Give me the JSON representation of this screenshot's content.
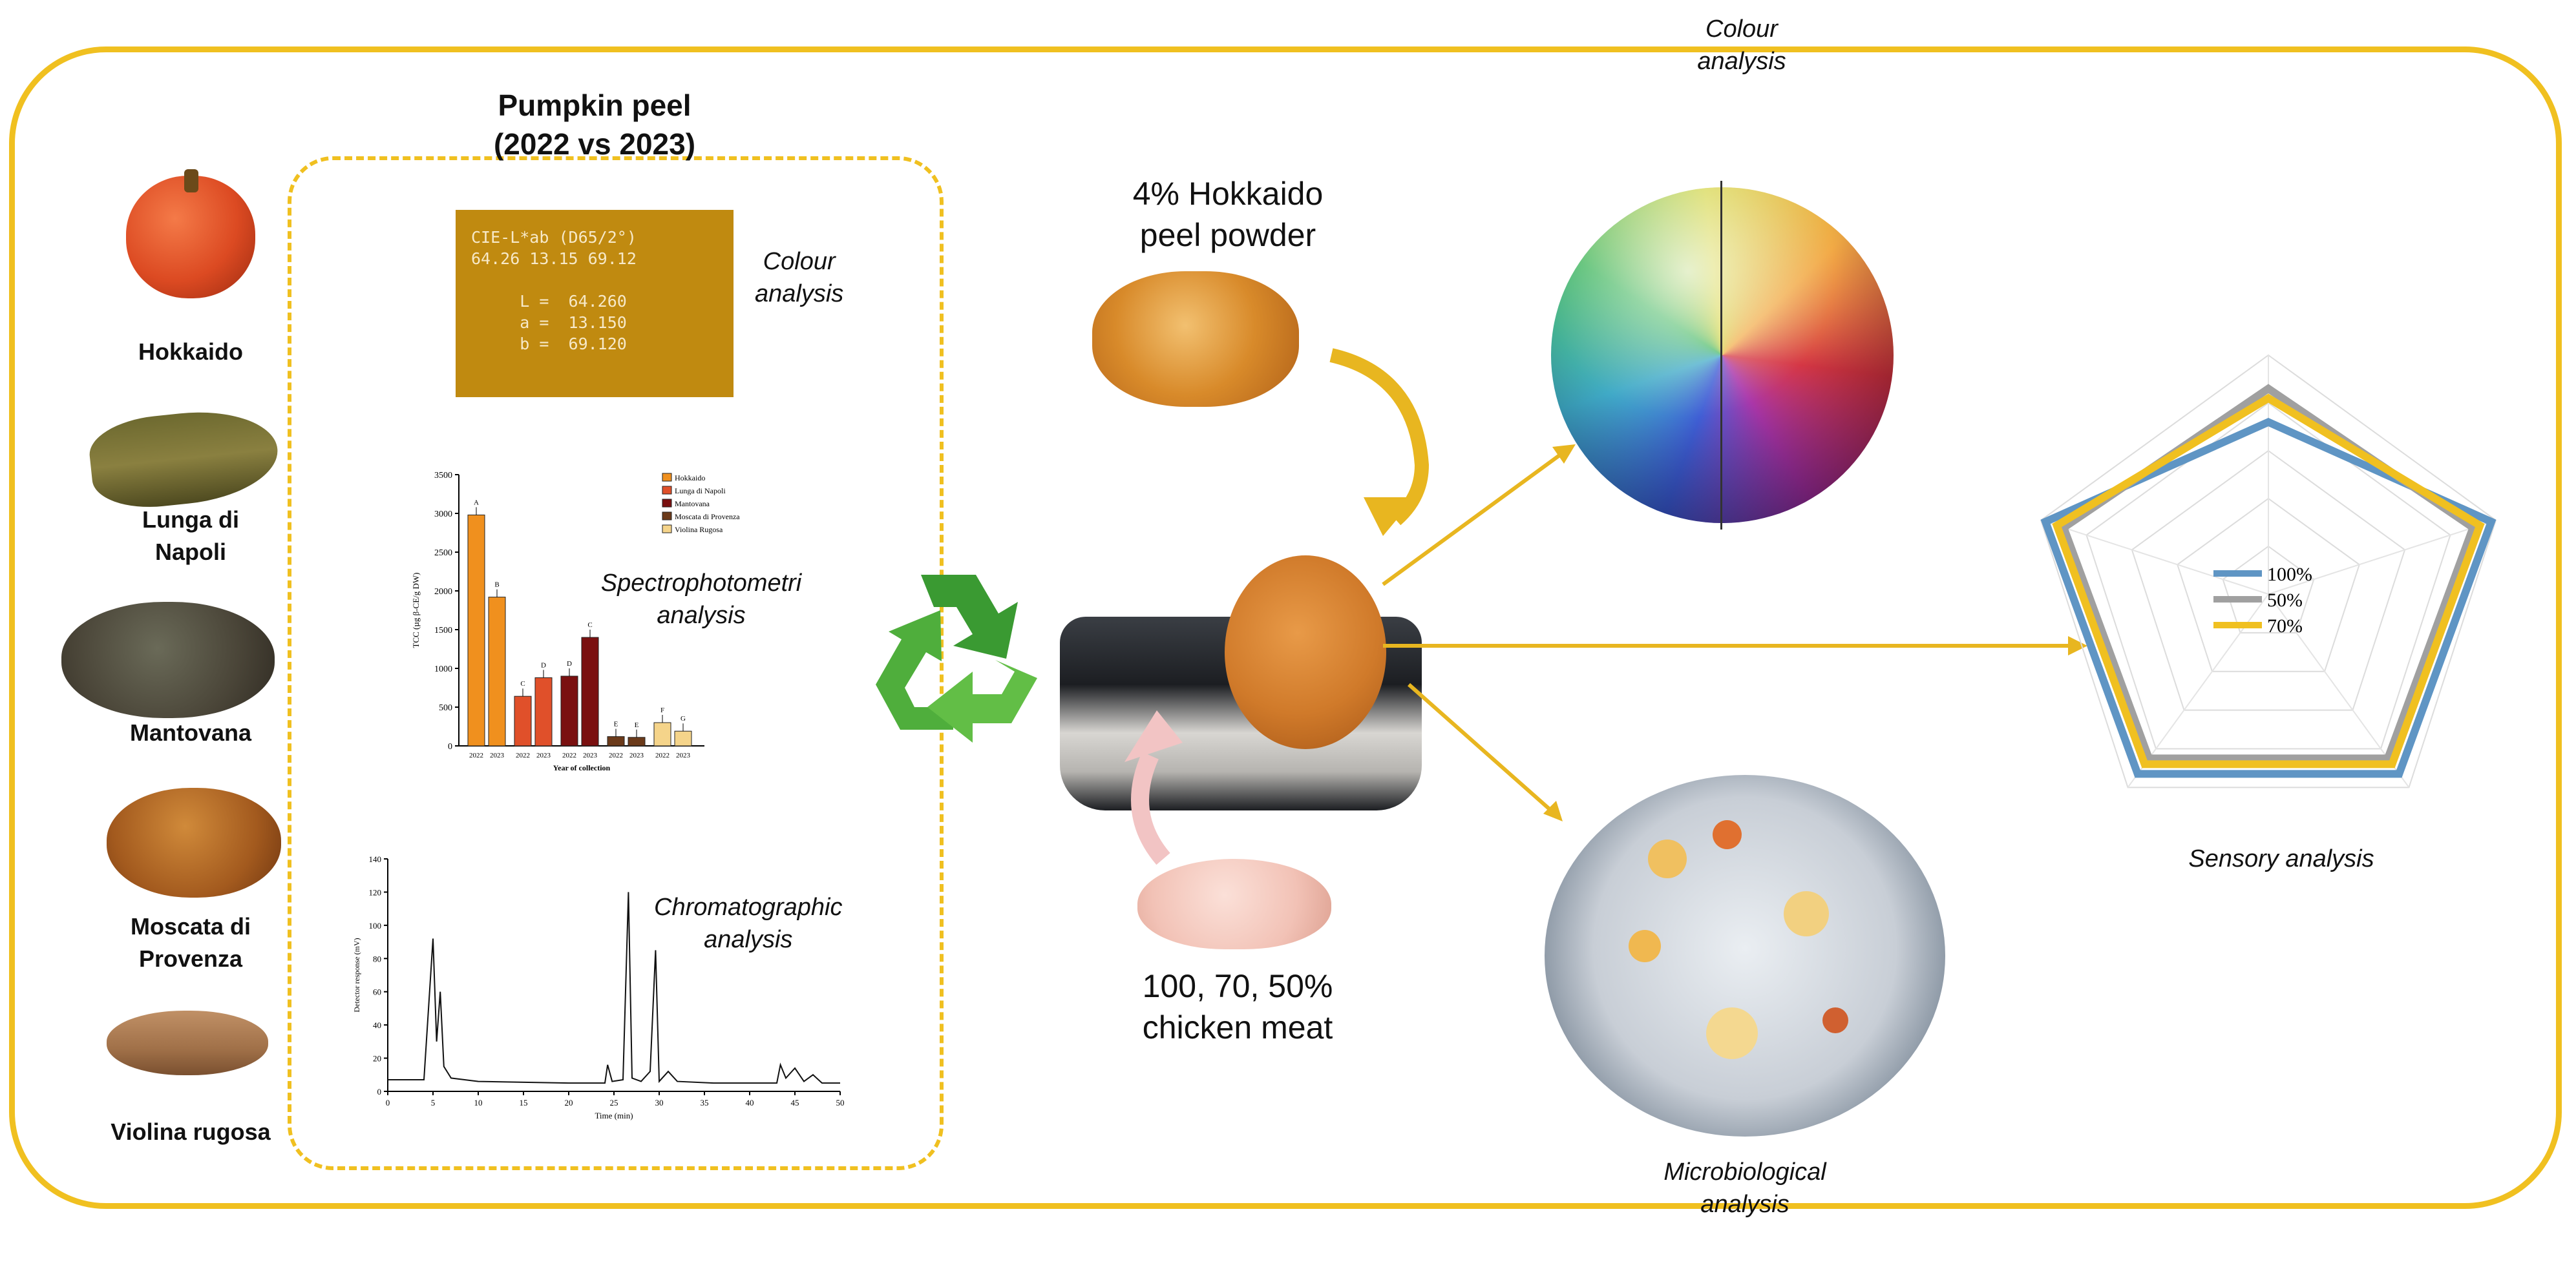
{
  "varieties": [
    "Hokkaido",
    "Lunga di\nNapoli",
    "Mantovana",
    "Moscata di\nProvenza",
    "Violina rugosa"
  ],
  "peel_title": "Pumpkin peel\n(2022 vs 2023)",
  "cie_readout": "CIE-L*ab (D65/2°)\n64.26 13.15 69.12\n\n     L =  64.260\n     a =  13.150\n     b =  69.120",
  "colour_label": "Colour\nanalysis",
  "spectro_label": "Spectrophotometri\nanalysis",
  "chromato_label": "Chromatographic\nanalysis",
  "powder_label": "4% Hokkaido\npeel powder",
  "meat_label": "100, 70, 50%\nchicken meat",
  "colour_label_right": "Colour\nanalysis",
  "micro_label": "Microbiological\nanalysis",
  "sensory_label": "Sensory analysis",
  "colors": {
    "frame": "#f0c020",
    "arrow": "#e8b620",
    "recycle": "#3a9a32",
    "cie_box": "#c08a10",
    "pink_arrow": "#f2c4c4"
  },
  "chart_data": [
    {
      "type": "bar",
      "categories": [
        "2022",
        "2023",
        "2022",
        "2023",
        "2022",
        "2023",
        "2022",
        "2023",
        "2022",
        "2023"
      ],
      "series": [
        {
          "name": "Hokkaido",
          "values": [
            2980,
            1920
          ],
          "color": "#f0901e"
        },
        {
          "name": "Lunga di Napoli",
          "values": [
            640,
            880
          ],
          "color": "#e0502a"
        },
        {
          "name": "Mantovana",
          "values": [
            900,
            1400
          ],
          "color": "#7a1010"
        },
        {
          "name": "Moscata di Provenza",
          "values": [
            120,
            110
          ],
          "color": "#6b3a1a"
        },
        {
          "name": "Violina Rugosa",
          "values": [
            300,
            190
          ],
          "color": "#f5d48a"
        }
      ],
      "letters": [
        "A",
        "B",
        "C",
        "D",
        "D",
        "C",
        "E",
        "E",
        "F",
        "G"
      ],
      "ylabel": "TCC (µg β-CE/g DW)",
      "xlabel": "Year of collection",
      "ylim": [
        0,
        3500
      ],
      "yticks": [
        "0",
        "500",
        "1000",
        "1500",
        "2000",
        "2500",
        "3000",
        "3500"
      ]
    },
    {
      "type": "line",
      "x": [
        0,
        4,
        5,
        5.4,
        5.8,
        6.2,
        7,
        10,
        20,
        24,
        24.3,
        24.8,
        26,
        26.6,
        27,
        28,
        29,
        29.6,
        30,
        31,
        32,
        36,
        40,
        43,
        43.4,
        44,
        45,
        46,
        47,
        48,
        50
      ],
      "values": [
        7,
        7,
        92,
        30,
        60,
        15,
        8,
        6,
        5,
        5,
        16,
        6,
        7,
        120,
        8,
        6,
        12,
        85,
        6,
        12,
        6,
        5,
        5,
        5,
        16,
        8,
        14,
        6,
        10,
        5,
        5
      ],
      "xlabel": "Time (min)",
      "ylabel": "Detector response (mV)",
      "xlim": [
        0,
        50
      ],
      "ylim": [
        0,
        140
      ],
      "xticks": [
        "0",
        "5",
        "10",
        "15",
        "20",
        "25",
        "30",
        "35",
        "40",
        "45",
        "50"
      ],
      "yticks": [
        "0",
        "20",
        "40",
        "60",
        "80",
        "100",
        "120",
        "140"
      ]
    },
    {
      "type": "radar",
      "axes": 5,
      "series": [
        {
          "name": "100%",
          "values": [
            0.72,
            0.98,
            0.93,
            0.93,
            0.98
          ],
          "color": "#5f95c4"
        },
        {
          "name": "50%",
          "values": [
            0.86,
            0.9,
            0.85,
            0.85,
            0.9
          ],
          "color": "#a0a0a0"
        },
        {
          "name": "70%",
          "values": [
            0.82,
            0.93,
            0.88,
            0.88,
            0.93
          ],
          "color": "#f0c020"
        }
      ],
      "rings": 5
    }
  ]
}
